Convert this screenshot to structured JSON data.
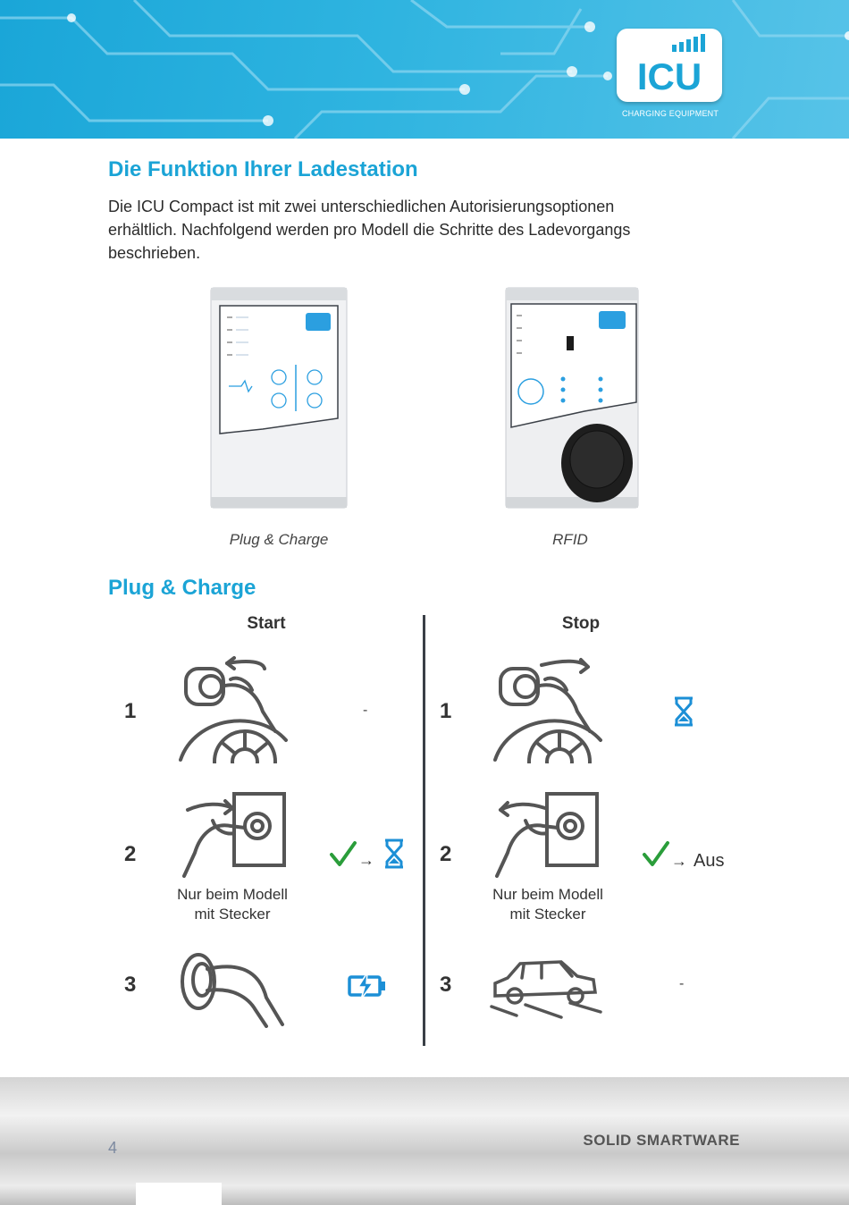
{
  "header": {
    "logo_text": "ICU",
    "logo_subtitle": "CHARGING EQUIPMENT"
  },
  "section1": {
    "title": "Die Funktion Ihrer Ladestation",
    "paragraph_lines": [
      "Die ICU Compact ist mit zwei unterschiedlichen Autorisierungsoptionen",
      "erhältlich. Nachfolgend werden pro Modell die Schritte des Ladevorgangs",
      "beschrieben."
    ]
  },
  "models": [
    {
      "caption": "Plug & Charge"
    },
    {
      "caption": "RFID"
    }
  ],
  "section2": {
    "title": "Plug & Charge",
    "start_heading": "Start",
    "stop_heading": "Stop",
    "start_steps": [
      {
        "number": "1",
        "status": "-"
      },
      {
        "number": "2",
        "note_lines": [
          "Nur beim Modell",
          "mit Stecker"
        ],
        "arrow": "→"
      },
      {
        "number": "3"
      }
    ],
    "stop_steps": [
      {
        "number": "1"
      },
      {
        "number": "2",
        "note_lines": [
          "Nur beim Modell",
          "mit Stecker"
        ],
        "arrow": "→",
        "status": "Aus"
      },
      {
        "number": "3",
        "status": "-"
      }
    ]
  },
  "footer": {
    "brand": "SOLID SMARTWARE",
    "page_number": "4"
  },
  "colors": {
    "accent": "#1ba4d6",
    "check_green": "#2a9d3a",
    "icon_blue": "#1c8fd6"
  }
}
